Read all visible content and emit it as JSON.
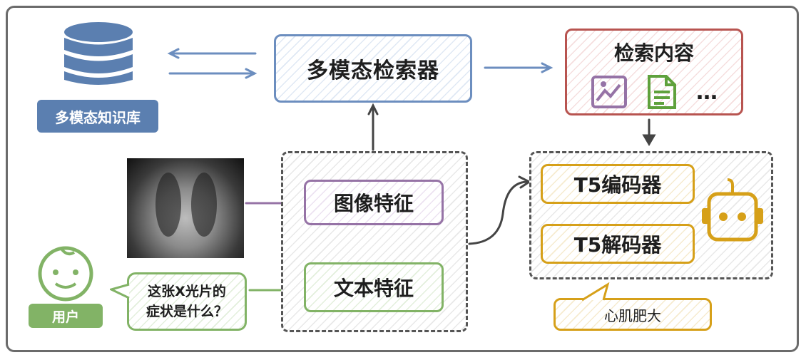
{
  "diagram": {
    "knowledge_base": {
      "label": "多模态知识库",
      "icon": "database-icon",
      "color": "#5b7fb0"
    },
    "retriever": {
      "label": "多模态检索器",
      "color": "#6c8ebf"
    },
    "retrieved_content": {
      "title": "检索内容",
      "color": "#b85450",
      "items": [
        {
          "icon": "image-icon",
          "color": "#9673a6"
        },
        {
          "icon": "document-icon",
          "color": "#5fa13c"
        },
        {
          "icon": "ellipsis-icon",
          "text": "…"
        }
      ]
    },
    "feature_group": {
      "image_feature": {
        "label": "图像特征",
        "color": "#9673a6"
      },
      "text_feature": {
        "label": "文本特征",
        "color": "#82b366"
      }
    },
    "t5_group": {
      "encoder": {
        "label": "T5编码器",
        "color": "#d6a019"
      },
      "decoder": {
        "label": "T5解码器",
        "color": "#d6a019"
      },
      "robot_icon": "robot-icon"
    },
    "output": {
      "text": "心肌肥大",
      "color": "#d6a019"
    },
    "input_image": {
      "icon": "xray-image",
      "description": "chest x-ray"
    },
    "user": {
      "label": "用户",
      "icon": "user-face-icon",
      "color": "#82b366"
    },
    "question": {
      "line1": "这张X光片的",
      "line2": "症状是什么？",
      "color": "#82b366"
    }
  }
}
